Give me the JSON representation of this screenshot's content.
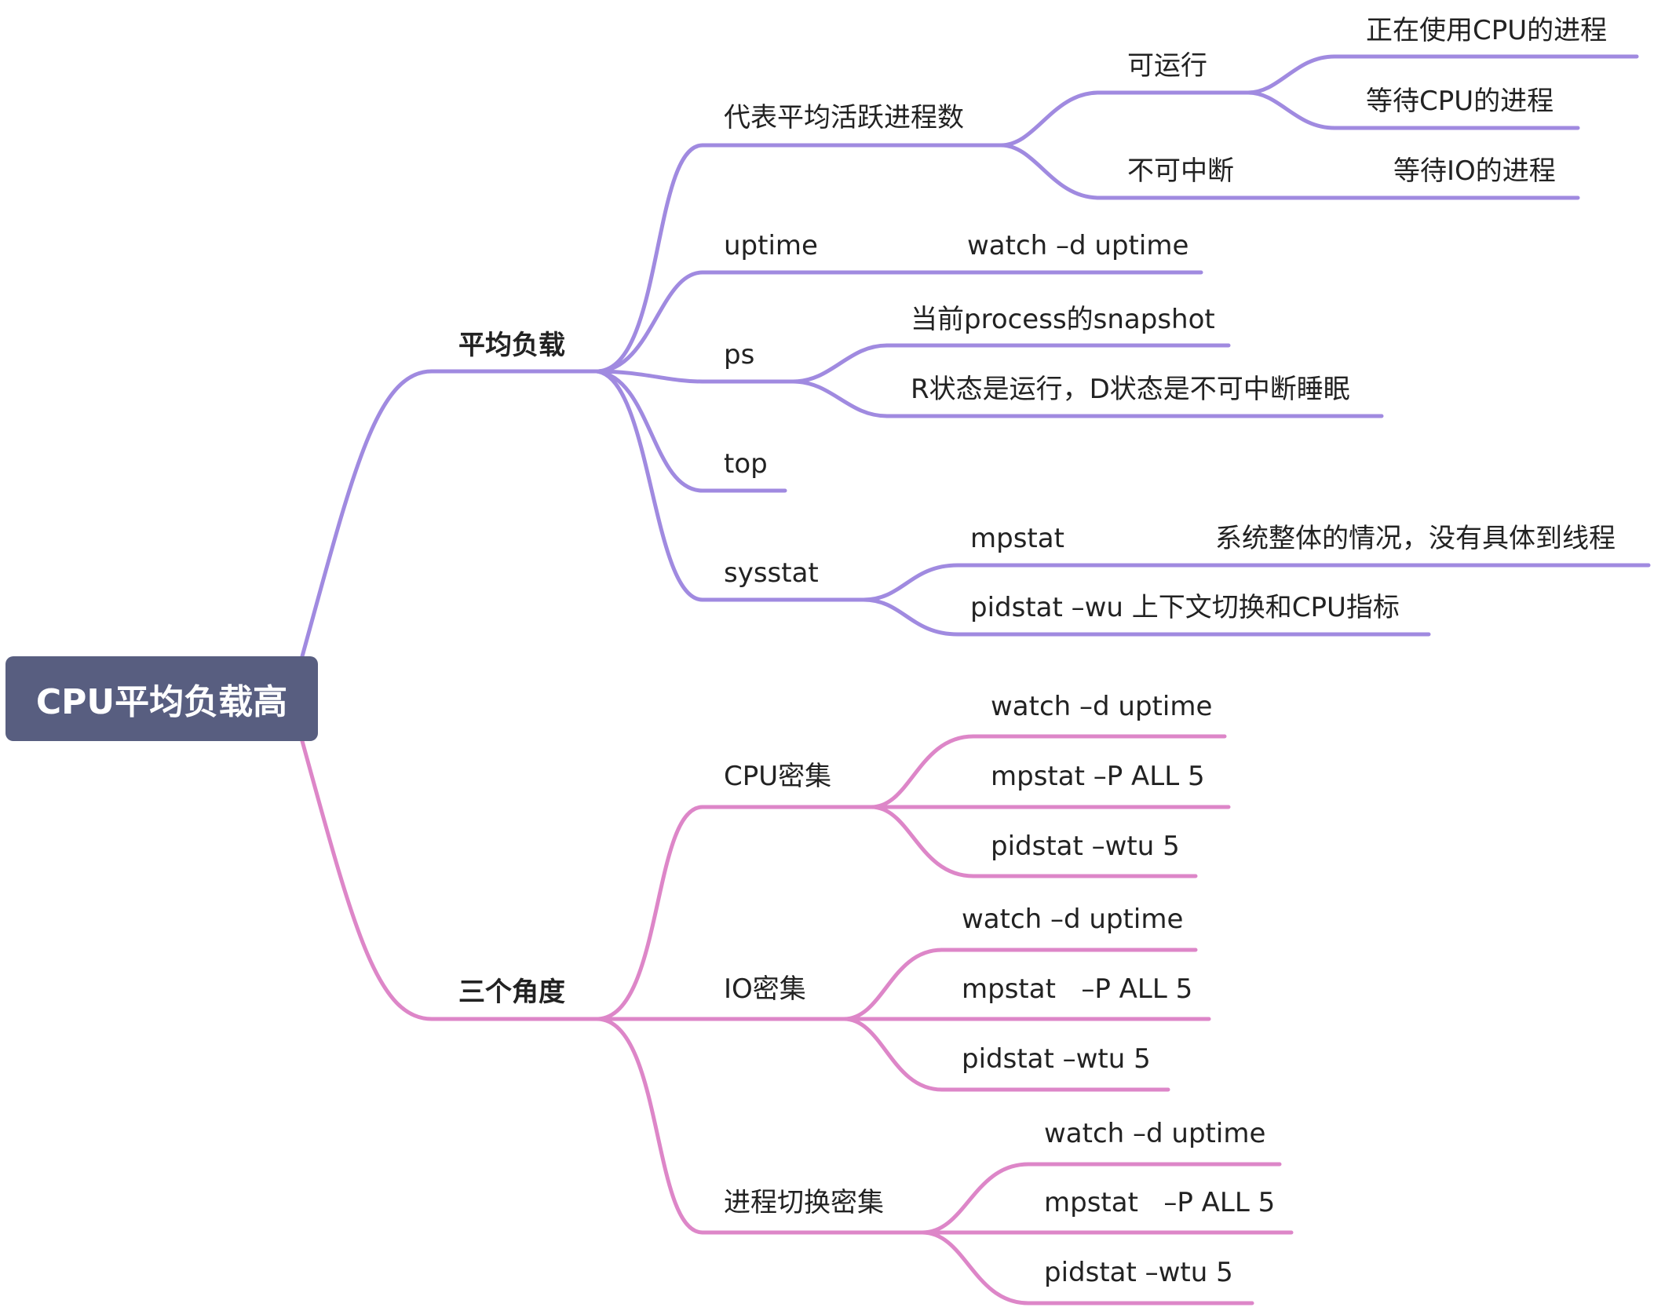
{
  "root": {
    "label": "CPU平均负载高"
  },
  "colors": {
    "root_bg": "#585e80",
    "branch_purple": "#a08ae0",
    "branch_pink": "#dd86c8",
    "text": "#222222"
  },
  "branches": [
    {
      "label": "平均负载",
      "color": "#a08ae0",
      "children": [
        {
          "label": "代表平均活跃进程数",
          "children": [
            {
              "label": "可运行",
              "children": [
                {
                  "label": "正在使用CPU的进程"
                },
                {
                  "label": "等待CPU的进程"
                }
              ]
            },
            {
              "label": "不可中断",
              "children": [
                {
                  "label": "等待IO的进程"
                }
              ]
            }
          ]
        },
        {
          "label": "uptime",
          "children": [
            {
              "label": "watch –d uptime"
            }
          ]
        },
        {
          "label": "ps",
          "children": [
            {
              "label": "当前process的snapshot"
            },
            {
              "label": "R状态是运行，D状态是不可中断睡眠"
            }
          ]
        },
        {
          "label": "top"
        },
        {
          "label": "sysstat",
          "children": [
            {
              "label": "mpstat",
              "children": [
                {
                  "label": "系统整体的情况，没有具体到线程"
                }
              ]
            },
            {
              "label": "pidstat –wu 上下文切换和CPU指标"
            }
          ]
        }
      ]
    },
    {
      "label": "三个角度",
      "color": "#dd86c8",
      "children": [
        {
          "label": "CPU密集",
          "children": [
            {
              "label": "watch –d uptime"
            },
            {
              "label": "mpstat –P ALL 5"
            },
            {
              "label": "pidstat –wtu 5"
            }
          ]
        },
        {
          "label": "IO密集",
          "children": [
            {
              "label": "watch –d uptime"
            },
            {
              "label": "mpstat   –P ALL 5"
            },
            {
              "label": "pidstat –wtu 5"
            }
          ]
        },
        {
          "label": "进程切换密集",
          "children": [
            {
              "label": "watch –d uptime"
            },
            {
              "label": "mpstat   –P ALL 5"
            },
            {
              "label": "pidstat –wtu 5"
            }
          ]
        }
      ]
    }
  ]
}
